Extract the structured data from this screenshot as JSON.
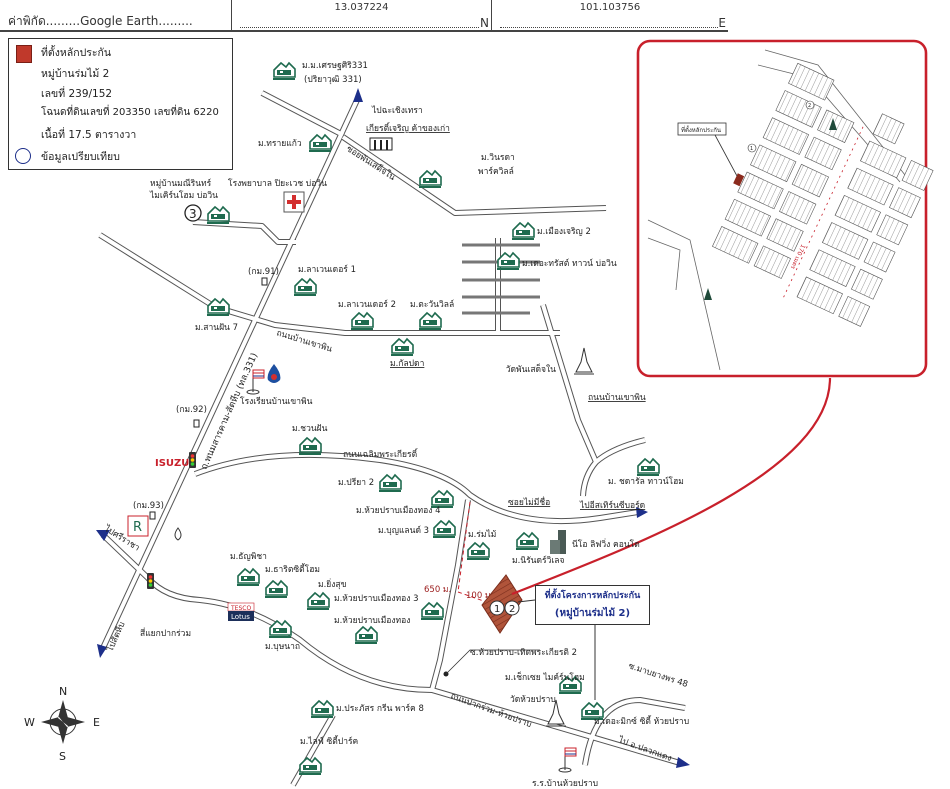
{
  "header": {
    "coord_label": "ค่าพิกัด.........",
    "source": "Google Earth.........",
    "latitude": "13.037224",
    "lat_dir": "N",
    "longitude": "101.103756",
    "lon_dir": "E"
  },
  "legend": {
    "collateral_location": "ที่ตั้งหลักประกัน",
    "village": "หมู่บ้านร่มไม้ 2",
    "house_no": "เลขที่ 239/152",
    "deed": "โฉนดที่ดินเลขที่  203350 เลขที่ดิน 6220",
    "area": "เนื้อที่ 17.5 ตารางวา",
    "comparables": "ข้อมูลเปรียบเทียบ"
  },
  "project": {
    "title": "ที่ตั้งโครงการหลักประกัน",
    "subtitle": "(หมู่บ้านร่มไม้ 2)",
    "marker_1": "1",
    "marker_2": "2",
    "marker_3": "3",
    "dist_650": "650 ม.",
    "dist_100": "100 ม."
  },
  "inset": {
    "location_tag": "ที่ตั้งหลักประกัน",
    "road_length": "170 เมตร",
    "marker_1": "1",
    "marker_2": "2"
  },
  "brands": {
    "isuzu": "ISUZU",
    "tesco": "TESCO",
    "lotus": "Lotus",
    "r_logo": "R"
  },
  "compass": {
    "n": "N",
    "s": "S",
    "e": "E",
    "w": "W"
  },
  "colors": {
    "accent_red": "#c8202b",
    "house_green": "#1f6b4f",
    "site_brown": "#b0543a",
    "label_blue": "#1d2f8a"
  },
  "labels": [
    "ม.ม.เศรษฐศิริ331",
    "(ปริยาวุฒิ 331)",
    "ไปฉะเชิงเทรา",
    "เกียรติ์เจริญ ค้าของเก่า",
    "ม.ทรายแก้ว",
    "ม.วินรดา",
    "พาร์ควิลล์",
    "หมู่บ้านมณีรินทร์",
    "ไมเคิร์นโฮม บ่อวิน",
    "โรงพยาบาล ปิยะเวช บ่อวิน",
    "ม.เมืองเจริญ 2",
    "ม.เดอะทรัสต์ ทาวน์ บ่อวิน",
    "(กม.91)",
    "ม.ลาเวนเดอร์ 1",
    "ม.ลาเวนเดอร์ 2",
    "ม.ตะวันวิลล์",
    "ม.สานฝัน 7",
    "ม.กัลปดา",
    "วัดพันเสด็จใน",
    "โรงเรียนบ้านเขาพิน",
    "ถนนบ้านเขาพิน",
    "(กม.92)",
    "ม.ชวนฝัน",
    "ถนนเฉลิมพระเกียรติ์",
    "ม. ชดารัล ทาวน์โฮม",
    "ม.ปรียา 2",
    "ม.ห้วยปราบเมืองทอง 4",
    "ซอยไม่มีชื่อ",
    "ไปอีสเทิร์นซีบอร์ด",
    "(กม.93)",
    "ม.บุญแลนด์ 3",
    "ม.ร่มไม้",
    "ม.นิรันดร์วิเลจ",
    "นีโอ ลิฟวิ่ง คอนโด",
    "ม.ธัญพิชา",
    "ม.ธาริตซิตี้โฮม",
    "ม.ยิ่งสุข",
    "ม.ห้วยปราบเมืองทอง 3",
    "ม.ห้วยปราบเมืองทอง",
    "สี่แยกปากร่วม",
    "ม.บุษนาถ",
    "ซ.ห้วยปราบ-เทิดพระเกียรติ 2",
    "ม.เช็กเซย ไมค์ร์นโฮม",
    "วัดห้วยปราบ",
    "ม.ประภัสร กรีน พาร์ค 8",
    "ม.เดอะมิกซ์ ซิตี้ ห้วยปราบ",
    "ม.ไลฟ์ ซิตี้ปาร์ค",
    "ร.ร.บ้านห้วยปราบ",
    "ซอยพันเสด็จใน",
    "ถนนบ้านเขาพิน",
    "ถ.พนมสารคาม-สัตหีบ (ทล.331)",
    "ไปศรีราชา",
    "ไปสัตหีบ",
    "ซ.มาบยางพร 48",
    "ถนนปากร่วม-ห้วยปราบ",
    "ไป อ.ปลวกแดง"
  ]
}
